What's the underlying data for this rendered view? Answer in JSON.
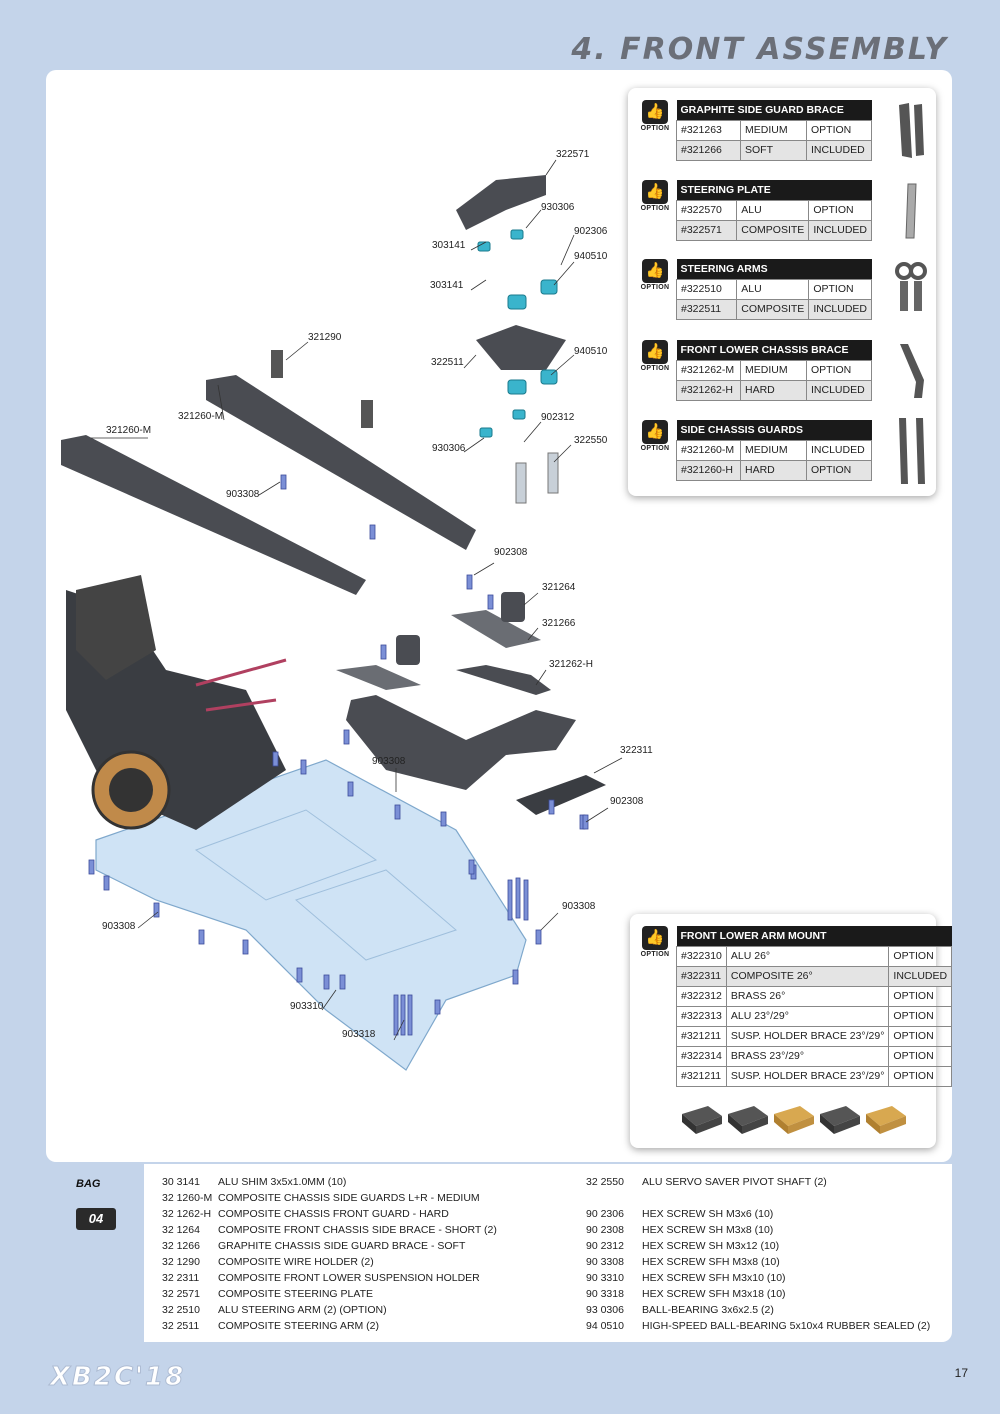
{
  "header": {
    "title": "4. FRONT ASSEMBLY"
  },
  "option_word": "OPTION",
  "labels": [
    "322571",
    "930306",
    "902306",
    "303141",
    "940510",
    "303141",
    "321290",
    "322511",
    "940510",
    "321260-M",
    "321260-M",
    "902312",
    "322550",
    "930306",
    "903308",
    "902308",
    "321264",
    "321266",
    "321262-H",
    "322311",
    "903308",
    "902308",
    "903308",
    "903308",
    "903310",
    "903318"
  ],
  "option_tables": [
    {
      "title": "GRAPHITE SIDE GUARD BRACE",
      "rows": [
        [
          "#321263",
          "MEDIUM",
          "OPTION"
        ],
        [
          "#321266",
          "SOFT",
          "INCLUDED"
        ]
      ]
    },
    {
      "title": "STEERING PLATE",
      "rows": [
        [
          "#322570",
          "ALU",
          "OPTION"
        ],
        [
          "#322571",
          "COMPOSITE",
          "INCLUDED"
        ]
      ]
    },
    {
      "title": "STEERING ARMS",
      "rows": [
        [
          "#322510",
          "ALU",
          "OPTION"
        ],
        [
          "#322511",
          "COMPOSITE",
          "INCLUDED"
        ]
      ]
    },
    {
      "title": "FRONT LOWER CHASSIS BRACE",
      "rows": [
        [
          "#321262-M",
          "MEDIUM",
          "OPTION"
        ],
        [
          "#321262-H",
          "HARD",
          "INCLUDED"
        ]
      ]
    },
    {
      "title": "SIDE CHASSIS GUARDS",
      "rows": [
        [
          "#321260-M",
          "MEDIUM",
          "INCLUDED"
        ],
        [
          "#321260-H",
          "HARD",
          "OPTION"
        ]
      ]
    }
  ],
  "arm_mount": {
    "title": "FRONT LOWER ARM MOUNT",
    "rows": [
      [
        "#322310",
        "ALU 26°",
        "OPTION"
      ],
      [
        "#322311",
        "COMPOSITE 26°",
        "INCLUDED"
      ],
      [
        "#322312",
        "BRASS 26°",
        "OPTION"
      ],
      [
        "#322313",
        "ALU 23°/29°",
        "OPTION"
      ],
      [
        "#321211",
        "SUSP. HOLDER BRACE 23°/29°",
        "OPTION"
      ],
      [
        "#322314",
        "BRASS 23°/29°",
        "OPTION"
      ],
      [
        "#321211",
        "SUSP. HOLDER BRACE 23°/29°",
        "OPTION"
      ]
    ]
  },
  "bag": {
    "word": "BAG",
    "number": "04"
  },
  "parts_left": [
    [
      "30 3141",
      "ALU SHIM 3x5x1.0MM (10)"
    ],
    [
      "32 1260-M",
      "COMPOSITE CHASSIS SIDE GUARDS L+R - MEDIUM"
    ],
    [
      "32 1262-H",
      "COMPOSITE CHASSIS FRONT GUARD - HARD"
    ],
    [
      "32 1264",
      "COMPOSITE FRONT CHASSIS SIDE BRACE - SHORT (2)"
    ],
    [
      "32 1266",
      "GRAPHITE CHASSIS SIDE GUARD BRACE - SOFT"
    ],
    [
      "32 1290",
      "COMPOSITE WIRE HOLDER (2)"
    ],
    [
      "32 2311",
      "COMPOSITE FRONT LOWER SUSPENSION HOLDER"
    ],
    [
      "32 2571",
      "COMPOSITE STEERING PLATE"
    ],
    [
      "32 2510",
      "ALU STEERING ARM (2) (OPTION)"
    ],
    [
      "32 2511",
      "COMPOSITE STEERING ARM (2)"
    ]
  ],
  "parts_right": [
    [
      "32 2550",
      "ALU SERVO SAVER PIVOT SHAFT (2)"
    ],
    [
      "",
      ""
    ],
    [
      "90 2306",
      "HEX SCREW  SH M3x6  (10)"
    ],
    [
      "90 2308",
      "HEX SCREW  SH M3x8  (10)"
    ],
    [
      "90 2312",
      "HEX SCREW  SH M3x12  (10)"
    ],
    [
      "90 3308",
      "HEX SCREW  SFH M3x8  (10)"
    ],
    [
      "90 3310",
      "HEX SCREW  SFH M3x10  (10)"
    ],
    [
      "90 3318",
      "HEX SCREW  SFH M3x18  (10)"
    ],
    [
      "93 0306",
      "BALL-BEARING 3x6x2.5  (2)"
    ],
    [
      "94 0510",
      "HIGH-SPEED BALL-BEARING 5x10x4 RUBBER SEALED  (2)"
    ]
  ],
  "footer": {
    "logo": "XB2C'18",
    "page": "17"
  }
}
